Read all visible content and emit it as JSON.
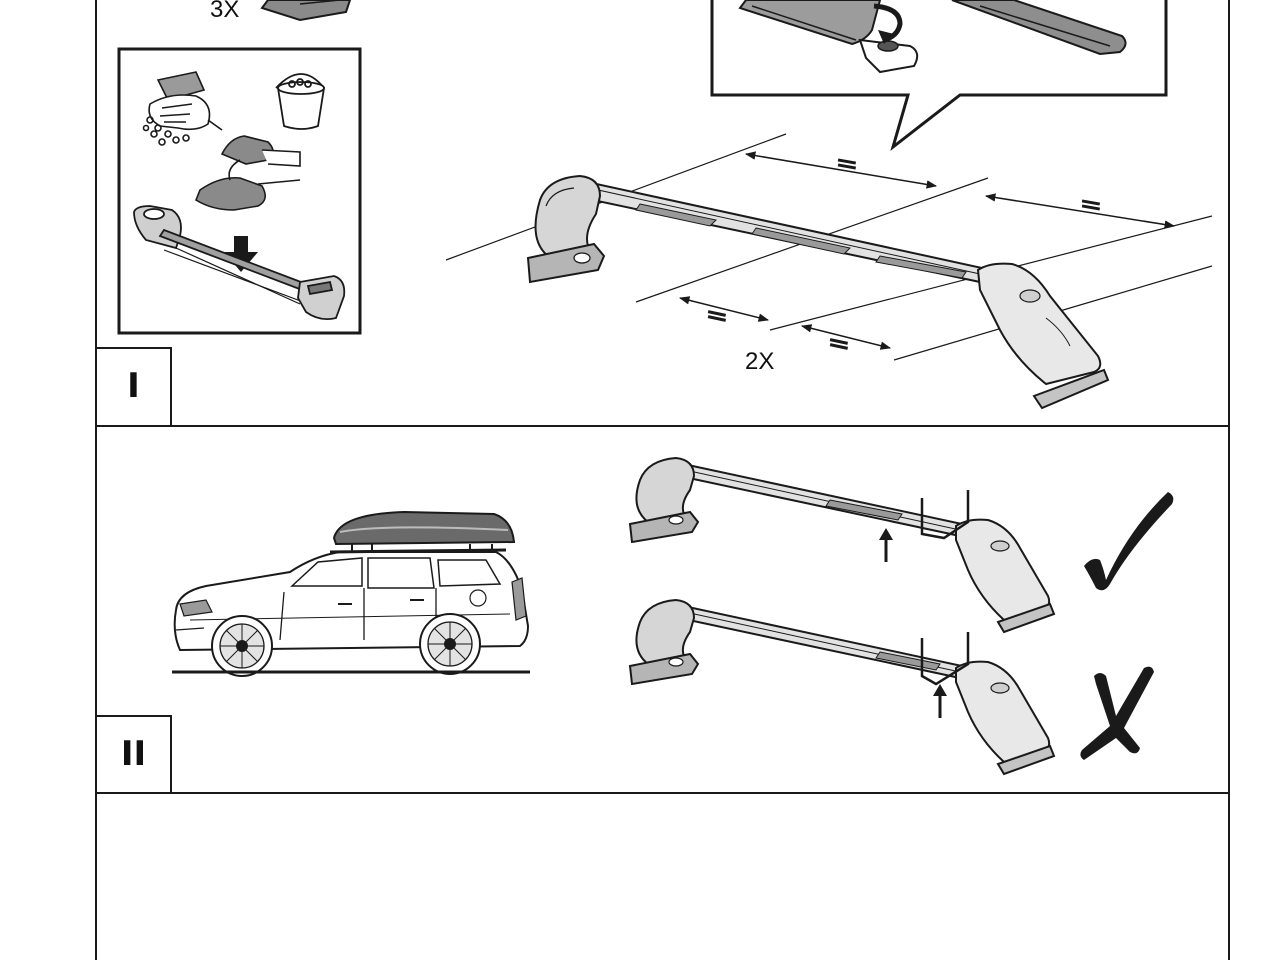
{
  "instructions": {
    "step_one": {
      "label": "I",
      "top_multiplier": "3X",
      "spacing_multiplier": "2X"
    },
    "step_two": {
      "label": "II"
    }
  },
  "colors": {
    "line": "#1a1a1a",
    "shade_dark": "#6e6e6e",
    "shade_mid": "#a9a9a9",
    "shade_light": "#d9d9d9",
    "background": "#ffffff"
  },
  "icons": [
    "cleaning-hands-icon",
    "water-bucket-icon",
    "cloth-icon",
    "press-down-arrow-icon",
    "rotate-arrow-icon",
    "check-mark-icon",
    "cross-mark-icon",
    "up-arrow-icon"
  ]
}
